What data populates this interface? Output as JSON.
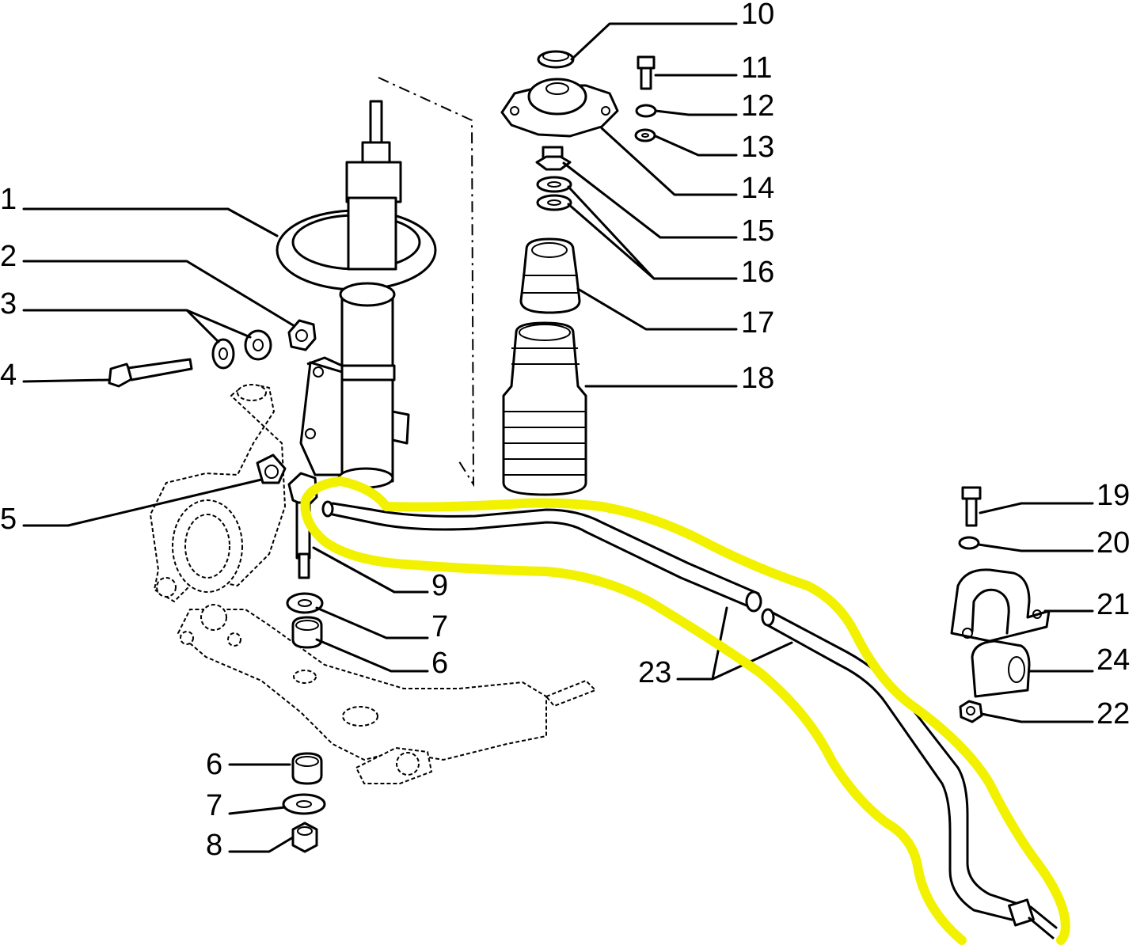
{
  "diagram": {
    "callouts": [
      {
        "id": "c1",
        "text": "1"
      },
      {
        "id": "c2",
        "text": "2"
      },
      {
        "id": "c3",
        "text": "3"
      },
      {
        "id": "c4",
        "text": "4"
      },
      {
        "id": "c5",
        "text": "5"
      },
      {
        "id": "c6a",
        "text": "6"
      },
      {
        "id": "c6b",
        "text": "6"
      },
      {
        "id": "c7a",
        "text": "7"
      },
      {
        "id": "c7b",
        "text": "7"
      },
      {
        "id": "c8",
        "text": "8"
      },
      {
        "id": "c9",
        "text": "9"
      },
      {
        "id": "c10",
        "text": "10"
      },
      {
        "id": "c11",
        "text": "11"
      },
      {
        "id": "c12",
        "text": "12"
      },
      {
        "id": "c13",
        "text": "13"
      },
      {
        "id": "c14",
        "text": "14"
      },
      {
        "id": "c15",
        "text": "15"
      },
      {
        "id": "c16",
        "text": "16"
      },
      {
        "id": "c17",
        "text": "17"
      },
      {
        "id": "c18",
        "text": "18"
      },
      {
        "id": "c19",
        "text": "19"
      },
      {
        "id": "c20",
        "text": "20"
      },
      {
        "id": "c21",
        "text": "21"
      },
      {
        "id": "c22",
        "text": "22"
      },
      {
        "id": "c23",
        "text": "23"
      },
      {
        "id": "c24",
        "text": "24"
      }
    ],
    "highlight_color": "#f2f200",
    "line_color": "#000000",
    "background": "#ffffff"
  }
}
